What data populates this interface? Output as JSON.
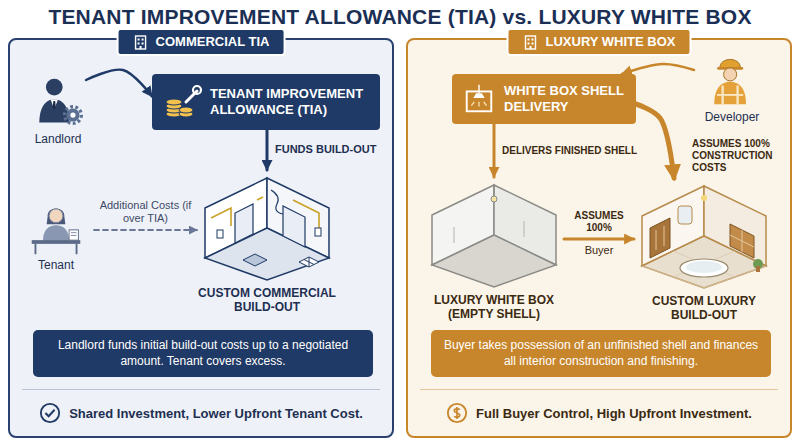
{
  "diagram": {
    "title": "TENANT IMPROVEMENT ALLOWANCE (TIA) vs. LUXURY WHITE BOX",
    "nodes": [
      {
        "text": [
          "COMMERCIAL TIA",
          "Shared Investment, Lower Upfront Tenant Cost."
        ]
      },
      {
        "text": [
          "Landlord"
        ],
        "in": 0
      },
      {
        "text": [
          "TENANT IMPROVEMENT ALLOWANCE (TIA)"
        ],
        "in": 0
      },
      {
        "text": [
          "Tenant"
        ],
        "in": 0
      },
      {
        "text": [
          "CUSTOM COMMERCIAL BUILD-OUT"
        ],
        "in": 0
      },
      {
        "text": [
          "Landlord funds initial build-out costs up to a negotiated amount. Tenant covers excess."
        ],
        "in": 0
      },
      {
        "text": [
          "LUXURY WHITE BOX",
          "Full Buyer Control, High Upfront Investment."
        ]
      },
      {
        "text": [
          "WHITE BOX SHELL DELIVERY"
        ],
        "in": 6
      },
      {
        "text": [
          "Developer"
        ],
        "in": 6
      },
      {
        "text": [
          "LUXURY WHITE BOX (EMPTY SHELL)"
        ],
        "in": 6
      },
      {
        "text": [
          "CUSTOM LUXURY BUILD-OUT"
        ],
        "in": 6
      },
      {
        "text": [
          "Buyer takes possession of an unfinished shell and finances all interior construction and finishing."
        ],
        "in": 6
      }
    ],
    "edges": [
      {
        "from": 1,
        "to": 2,
        "arrow": "to"
      },
      {
        "from": 2,
        "to": 4,
        "label": "FUNDS BUILD-OUT",
        "arrow": "to"
      },
      {
        "from": 3,
        "to": 4,
        "label": "Additional Costs (if over TIA)",
        "arrow": "to"
      },
      {
        "from": 8,
        "to": 7,
        "arrow": "to"
      },
      {
        "from": 7,
        "to": 9,
        "label": "DELIVERS FINISHED SHELL",
        "arrow": "to"
      },
      {
        "from": 7,
        "to": 10,
        "label": "ASSUMES 100% CONSTRUCTION COSTS",
        "arrow": "to"
      },
      {
        "from": 9,
        "to": 10,
        "label": "ASSUMES 100%",
        "arrow": "to"
      }
    ],
    "labels": [
      "Buyer"
    ]
  }
}
